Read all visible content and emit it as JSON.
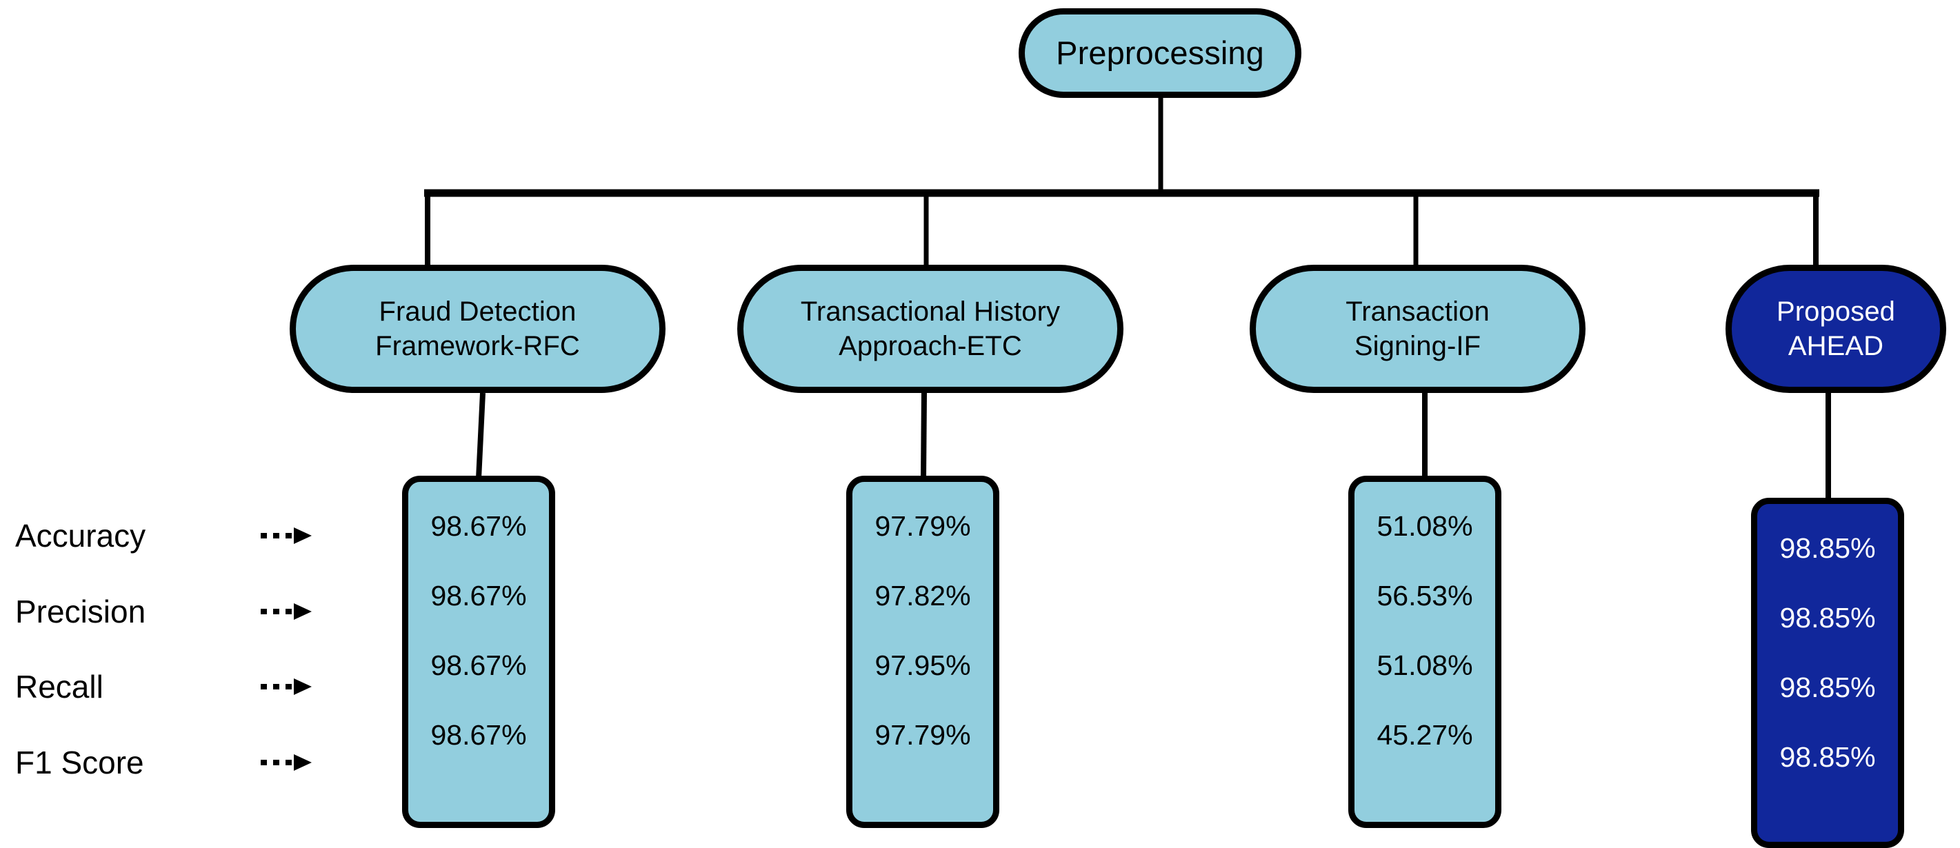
{
  "diagram": {
    "title_node": {
      "label": "Preprocessing",
      "fill": "#92CEDE",
      "text_color": "#000000"
    },
    "stages": [
      {
        "label": "Fraud Detection\nFramework-RFC",
        "fill": "#92CEDE",
        "text_color": "#000000",
        "highlighted": false
      },
      {
        "label": "Transactional History\nApproach-ETC",
        "fill": "#92CEDE",
        "text_color": "#000000",
        "highlighted": false
      },
      {
        "label": "Transaction\nSigning-IF",
        "fill": "#92CEDE",
        "text_color": "#000000",
        "highlighted": false
      },
      {
        "label": "Proposed\nAHEAD",
        "fill": "#11279B",
        "text_color": "#FFFFFF",
        "highlighted": true
      }
    ],
    "metric_labels": [
      "Accuracy",
      "Precision",
      "Recall",
      "F1 Score"
    ],
    "arrow_icon": "dotted-arrow-icon",
    "columns": [
      {
        "model": "Fraud Detection Framework-RFC",
        "values": [
          "98.67%",
          "98.67%",
          "98.67%",
          "98.67%"
        ],
        "fill": "#92CEDE",
        "text_color": "#000000"
      },
      {
        "model": "Transactional History Approach-ETC",
        "values": [
          "97.79%",
          "97.82%",
          "97.95%",
          "97.79%"
        ],
        "fill": "#92CEDE",
        "text_color": "#000000"
      },
      {
        "model": "Transaction Signing-IF",
        "values": [
          "51.08%",
          "56.53%",
          "51.08%",
          "45.27%"
        ],
        "fill": "#92CEDE",
        "text_color": "#000000"
      },
      {
        "model": "Proposed AHEAD",
        "values": [
          "98.85%",
          "98.85%",
          "98.85%",
          "98.85%"
        ],
        "fill": "#11279B",
        "text_color": "#FFFFFF"
      }
    ]
  },
  "chart_data": {
    "type": "table",
    "title": "Preprocessing",
    "categories": [
      "Accuracy",
      "Precision",
      "Recall",
      "F1 Score"
    ],
    "series": [
      {
        "name": "Fraud Detection Framework-RFC",
        "values": [
          98.67,
          98.67,
          98.67,
          98.67
        ]
      },
      {
        "name": "Transactional History Approach-ETC",
        "values": [
          97.79,
          97.82,
          97.95,
          97.79
        ]
      },
      {
        "name": "Transaction Signing-IF",
        "values": [
          51.08,
          56.53,
          51.08,
          45.27
        ]
      },
      {
        "name": "Proposed AHEAD",
        "values": [
          98.85,
          98.85,
          98.85,
          98.85
        ]
      }
    ],
    "unit": "%",
    "xlabel": "",
    "ylabel": "",
    "legend": "left-row-labels",
    "grid": false
  }
}
